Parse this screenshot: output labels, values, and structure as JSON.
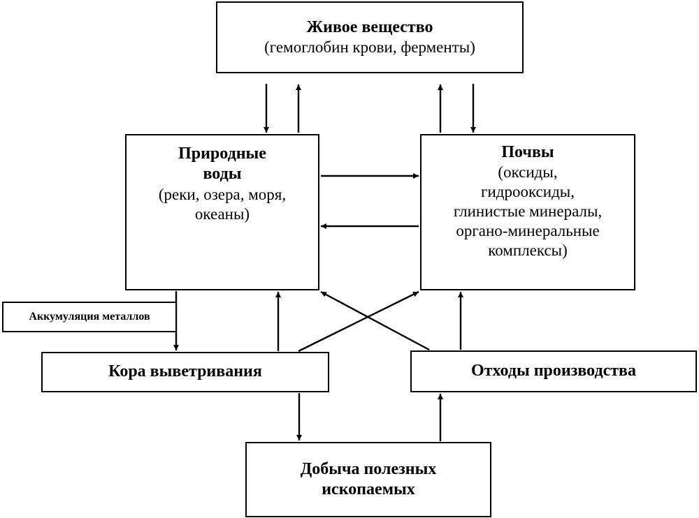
{
  "boxes": {
    "living_matter": {
      "title": "Живое вещество",
      "subtitle": "(гемоглобин крови, ферменты)"
    },
    "natural_waters": {
      "title_line1": "Природные",
      "title_line2": "воды",
      "sub_line1": "(реки, озера, моря,",
      "sub_line2": "океаны)"
    },
    "soils": {
      "title": "Почвы",
      "lines": [
        "(оксиды,",
        "гидрооксиды,",
        "глинистые минералы,",
        "органо-минеральные",
        "комплексы)"
      ]
    },
    "metal_accumulation": {
      "label": "Аккумуляция металлов"
    },
    "weathering_crust": {
      "title": "Кора выветривания"
    },
    "industrial_waste": {
      "title": "Отходы производства"
    },
    "mining": {
      "title_line1": "Добыча полезных",
      "title_line2": "ископаемых"
    }
  },
  "connections": [
    {
      "from": "living_matter",
      "to": "natural_waters"
    },
    {
      "from": "natural_waters",
      "to": "living_matter"
    },
    {
      "from": "soils",
      "to": "living_matter"
    },
    {
      "from": "living_matter",
      "to": "soils"
    },
    {
      "from": "natural_waters",
      "to": "soils"
    },
    {
      "from": "soils",
      "to": "natural_waters"
    },
    {
      "from": "natural_waters",
      "to": "weathering_crust",
      "via": "metal_accumulation"
    },
    {
      "from": "weathering_crust",
      "to": "natural_waters"
    },
    {
      "from": "weathering_crust",
      "to": "soils"
    },
    {
      "from": "industrial_waste",
      "to": "natural_waters"
    },
    {
      "from": "industrial_waste",
      "to": "soils"
    },
    {
      "from": "weathering_crust",
      "to": "mining"
    },
    {
      "from": "mining",
      "to": "industrial_waste"
    }
  ]
}
